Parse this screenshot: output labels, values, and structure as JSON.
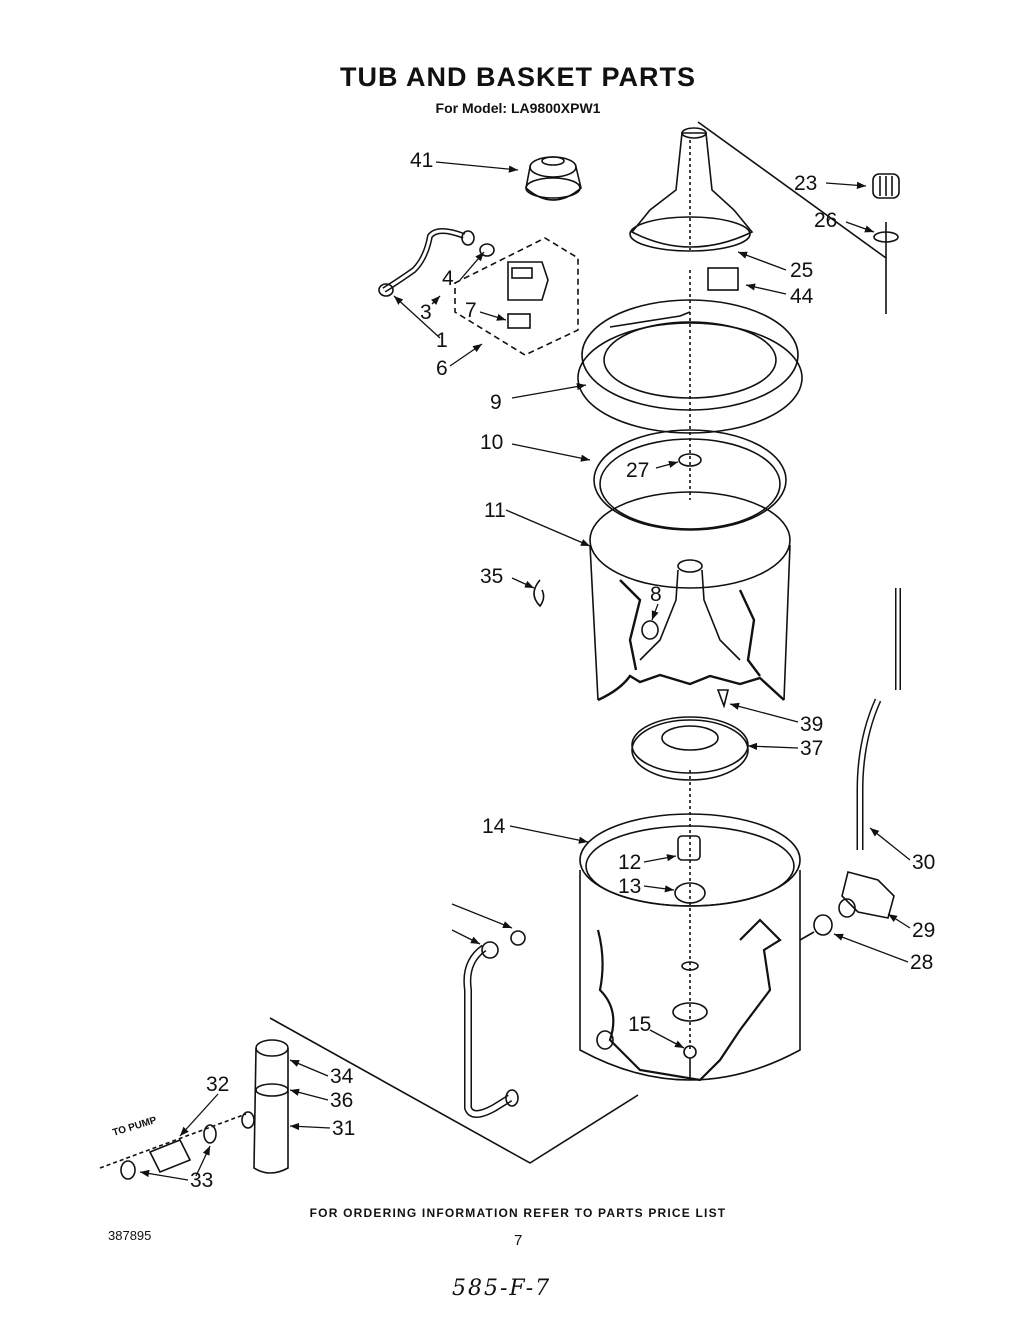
{
  "title": "TUB AND BASKET PARTS",
  "subtitle": "For Model: LA9800XPW1",
  "footer_note": "FOR ORDERING INFORMATION REFER TO PARTS PRICE LIST",
  "document_number": "387895",
  "page_number": "7",
  "handwritten_code": "585-F-7",
  "to_pump_label": "TO PUMP",
  "callouts": [
    "41",
    "23",
    "26",
    "25",
    "44",
    "4",
    "3",
    "7",
    "1",
    "6",
    "9",
    "10",
    "27",
    "11",
    "35",
    "8",
    "39",
    "37",
    "14",
    "12",
    "13",
    "30",
    "29",
    "28",
    "15",
    "32",
    "34",
    "36",
    "31",
    "33"
  ]
}
